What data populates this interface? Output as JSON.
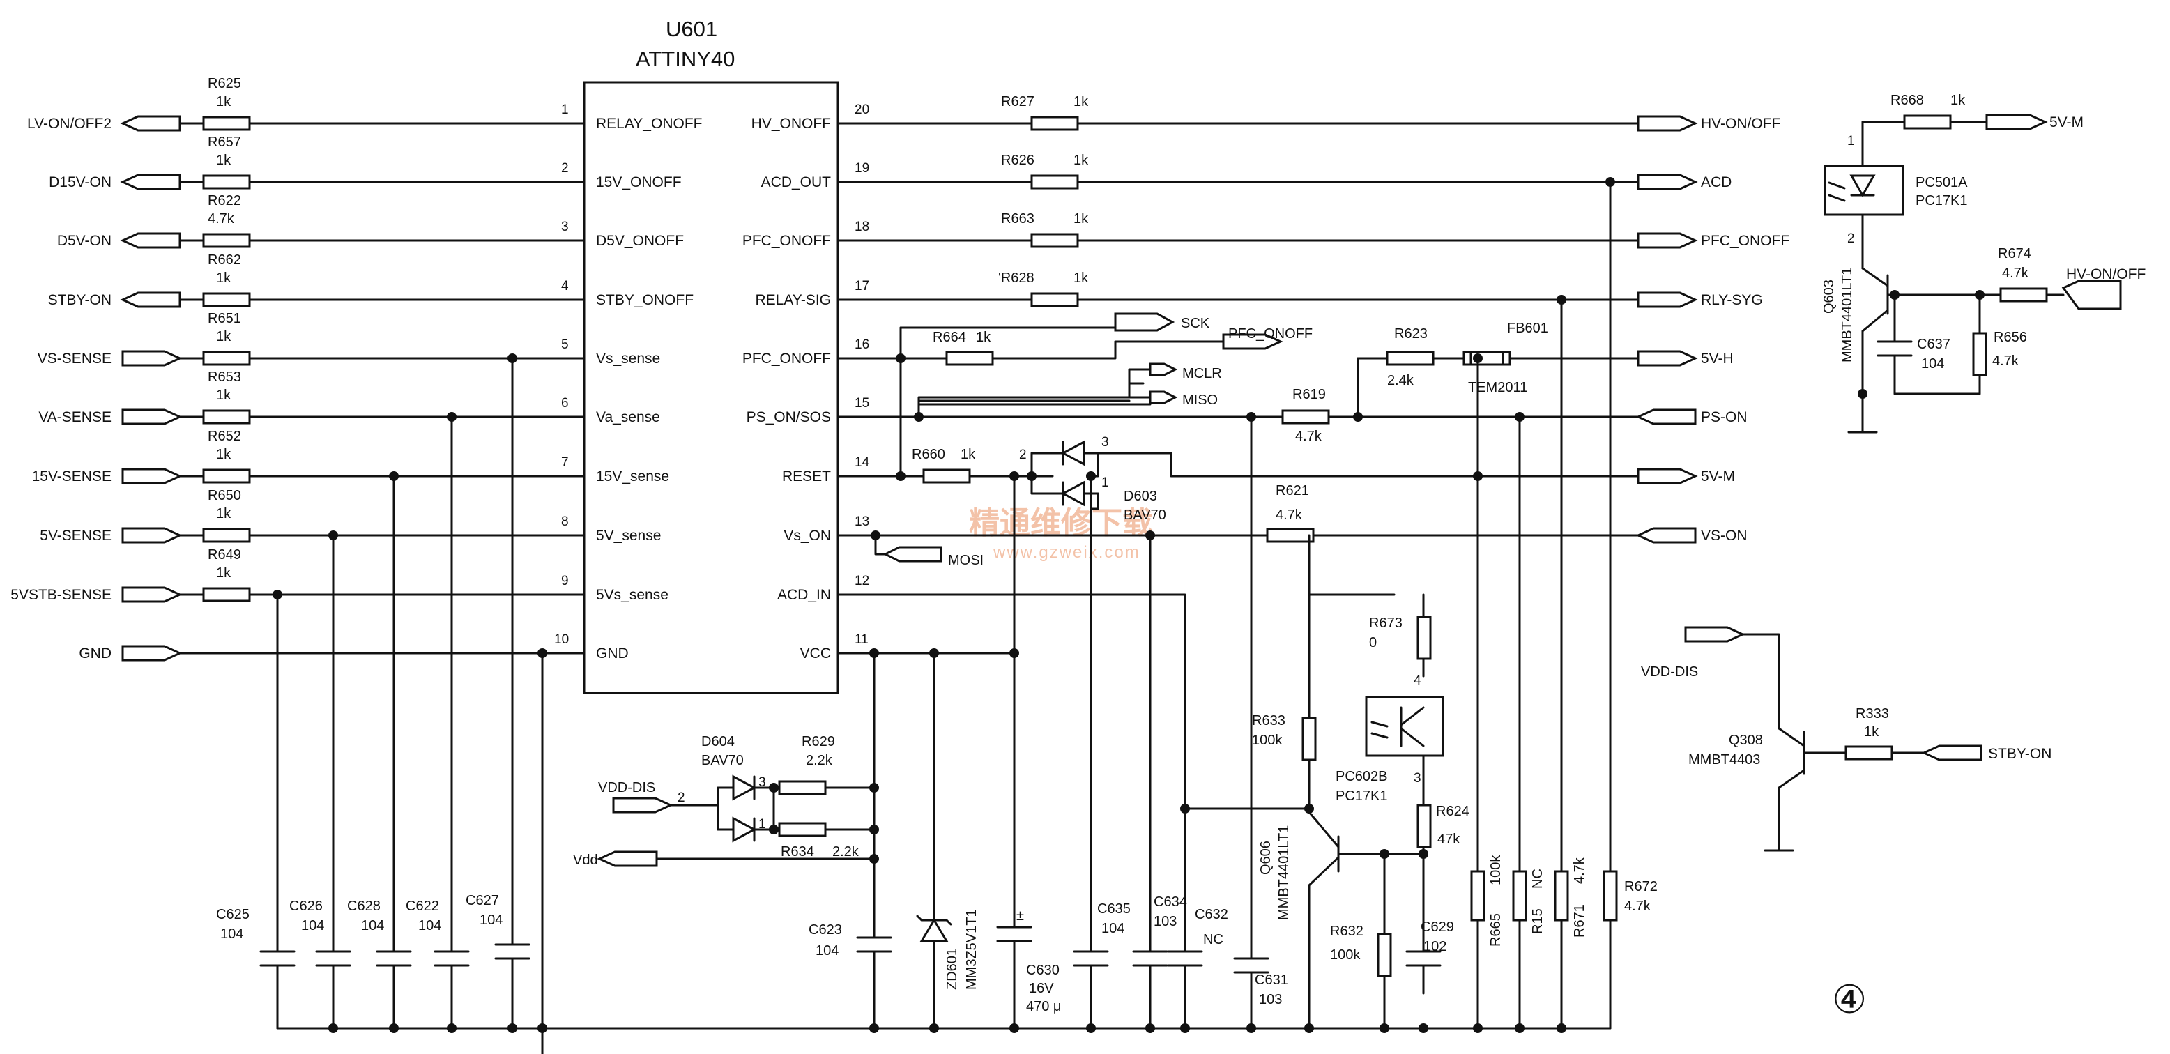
{
  "page": {
    "number": "④"
  },
  "watermark": {
    "cn": "精通维修下载",
    "url": "www.gzweix.com"
  },
  "chip": {
    "ref": "U601",
    "part": "ATTINY40",
    "left_pins": [
      {
        "num": "1",
        "name": "RELAY_ONOFF"
      },
      {
        "num": "2",
        "name": "15V_ONOFF"
      },
      {
        "num": "3",
        "name": "D5V_ONOFF"
      },
      {
        "num": "4",
        "name": "STBY_ONOFF"
      },
      {
        "num": "5",
        "name": "Vs_sense"
      },
      {
        "num": "6",
        "name": "Va_sense"
      },
      {
        "num": "7",
        "name": "15V_sense"
      },
      {
        "num": "8",
        "name": "5V_sense"
      },
      {
        "num": "9",
        "name": "5Vs_sense"
      },
      {
        "num": "10",
        "name": "GND"
      }
    ],
    "right_pins": [
      {
        "num": "20",
        "name": "HV_ONOFF"
      },
      {
        "num": "19",
        "name": "ACD_OUT"
      },
      {
        "num": "18",
        "name": "PFC_ONOFF"
      },
      {
        "num": "17",
        "name": "RELAY-SIG"
      },
      {
        "num": "16",
        "name": "PFC_ONOFF"
      },
      {
        "num": "15",
        "name": "PS_ON/SOS"
      },
      {
        "num": "14",
        "name": "RESET"
      },
      {
        "num": "13",
        "name": "Vs_ON"
      },
      {
        "num": "12",
        "name": "ACD_IN"
      },
      {
        "num": "11",
        "name": "VCC"
      }
    ]
  },
  "left_signals": [
    {
      "label": "LV-ON/OFF2",
      "res": "R625",
      "val": "1k"
    },
    {
      "label": "D15V-ON",
      "res": "R657",
      "val": "1k"
    },
    {
      "label": "D5V-ON",
      "res": "R622",
      "val": "4.7k"
    },
    {
      "label": "STBY-ON",
      "res": "R662",
      "val": "1k"
    },
    {
      "label": "VS-SENSE",
      "res": "R651",
      "val": "1k"
    },
    {
      "label": "VA-SENSE",
      "res": "R653",
      "val": "1k"
    },
    {
      "label": "15V-SENSE",
      "res": "R652",
      "val": "1k"
    },
    {
      "label": "5V-SENSE",
      "res": "R650",
      "val": "1k"
    },
    {
      "label": "5VSTB-SENSE",
      "res": "R649",
      "val": "1k"
    },
    {
      "label": "GND"
    }
  ],
  "left_caps": [
    {
      "ref": "C625",
      "val": "104"
    },
    {
      "ref": "C626",
      "val": "104"
    },
    {
      "ref": "C628",
      "val": "104"
    },
    {
      "ref": "C622",
      "val": "104"
    },
    {
      "ref": "C627",
      "val": "104"
    }
  ],
  "right_signals": {
    "r627": {
      "ref": "R627",
      "val": "1k"
    },
    "r626": {
      "ref": "R626",
      "val": "1k"
    },
    "r663": {
      "ref": "R663",
      "val": "1k"
    },
    "r628": {
      "ref": "'R628",
      "val": "1k"
    },
    "r664": {
      "ref": "R664",
      "val": "1k"
    },
    "r660": {
      "ref": "R660",
      "val": "1k"
    },
    "r619": {
      "ref": "R619",
      "val": "4.7k"
    },
    "r623": {
      "ref": "R623",
      "val": "2.4k"
    },
    "fb601": {
      "ref": "FB601",
      "val": "TEM2011"
    },
    "r621": {
      "ref": "R621",
      "val": "4.7k"
    },
    "d603": {
      "ref": "D603",
      "val": "BAV70",
      "p1": "1",
      "p2": "2",
      "p3": "3"
    },
    "out_hv": "HV-ON/OFF",
    "out_acd": "ACD",
    "out_pfc": "PFC_ONOFF",
    "out_rly": "RLY-SYG",
    "out_5vh": "5V-H",
    "out_pson": "PS-ON",
    "out_5vm": "5V-M",
    "out_vson": "VS-ON",
    "sck": "SCK",
    "pfc_onoff": "PFC_ONOFF",
    "mclr": "MCLR",
    "miso": "MISO",
    "mosi": "MOSI"
  },
  "bottom": {
    "vdd_dis": "VDD-DIS",
    "vdd": "Vdd",
    "d604": {
      "ref": "D604",
      "val": "BAV70",
      "p1": "1",
      "p2": "2",
      "p3": "3"
    },
    "r629": {
      "ref": "R629",
      "val": "2.2k"
    },
    "r634": {
      "ref": "R634",
      "val": "2.2k"
    },
    "c623": {
      "ref": "C623",
      "val": "104"
    },
    "zd601": {
      "ref": "ZD601",
      "val": "MM3Z5V1T1"
    },
    "c630": {
      "ref": "C630",
      "v1": "16V",
      "v2": "470 μ"
    },
    "c635": {
      "ref": "C635",
      "val": "104"
    },
    "c634": {
      "ref": "C634",
      "val": "103"
    },
    "c632": {
      "ref": "C632",
      "val": "NC"
    },
    "c631": {
      "ref": "C631",
      "val": "103"
    },
    "r633": {
      "ref": "R633",
      "val": "100k"
    },
    "r673": {
      "ref": "R673",
      "val": "0"
    },
    "pc602": {
      "ref": "PC602B",
      "val": "PC17K1",
      "p3": "3",
      "p4": "4"
    },
    "r624": {
      "ref": "R624",
      "val": "47k"
    },
    "q606": {
      "ref": "Q606",
      "val": "MMBT4401LT1"
    },
    "r632": {
      "ref": "R632",
      "val": "100k"
    },
    "c629": {
      "ref": "C629",
      "val": "102"
    },
    "r665": {
      "ref": "R665",
      "val": "100k"
    },
    "r15": {
      "ref": "R15",
      "val": "NC"
    },
    "r671": {
      "ref": "R671",
      "val": "4.7k"
    },
    "r672": {
      "ref": "R672",
      "val": "4.7k"
    }
  },
  "right_circuit": {
    "r668": {
      "ref": "R668",
      "val": "1k"
    },
    "out_5vm": "5V-M",
    "pc501": {
      "ref": "PC501A",
      "val": "PC17K1",
      "p1": "1",
      "p2": "2"
    },
    "q603": {
      "ref": "Q603",
      "val": "MMBT4401LT1"
    },
    "c637": {
      "ref": "C637",
      "val": "104"
    },
    "r674": {
      "ref": "R674",
      "val": "4.7k"
    },
    "r656": {
      "ref": "R656",
      "val": "4.7k"
    },
    "out_hv": "HV-ON/OFF",
    "vdd_dis": "VDD-DIS",
    "q308": {
      "ref": "Q308",
      "val": "MMBT4403"
    },
    "r333": {
      "ref": "R333",
      "val": "1k"
    },
    "stby_on": "STBY-ON"
  }
}
